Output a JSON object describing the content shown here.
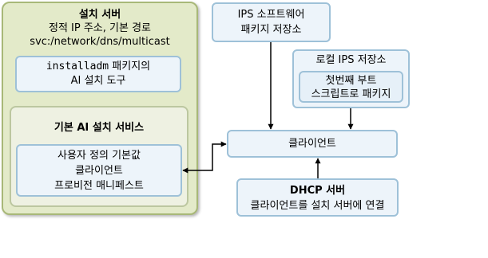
{
  "install_server": {
    "title": "설치 서버",
    "subtitle": "정적 IP 주소, 기본 경로",
    "path": "svc:/network/dns/multicast"
  },
  "installadm_box": {
    "command": "installadm",
    "line1_suffix": " 패키지의",
    "line2": "AI 설치 도구"
  },
  "ai_service": {
    "title": "기본 AI 설치 서비스"
  },
  "manifest_box": {
    "line1": "사용자 정의 기본값",
    "line2": "클라이언트",
    "line3": "프로비전 매니페스트"
  },
  "ips_repo": {
    "line1": "IPS 소프트웨어",
    "line2": "패키지 저장소"
  },
  "local_ips": {
    "title": "로컬 IPS 저장소"
  },
  "firstboot_box": {
    "line1": "첫번째 부트",
    "line2": "스크립트로 패키지"
  },
  "client": {
    "label": "클라이언트"
  },
  "dhcp_server": {
    "title": "DHCP 서버",
    "subtitle": "클라이언트를 설치 서버에 연결"
  },
  "colors": {
    "server_bg": "#e3eac9",
    "server_border": "#a8b878",
    "box_bg": "#edf4fa",
    "box_border": "#9ec1d8",
    "arrow": "#000000"
  }
}
